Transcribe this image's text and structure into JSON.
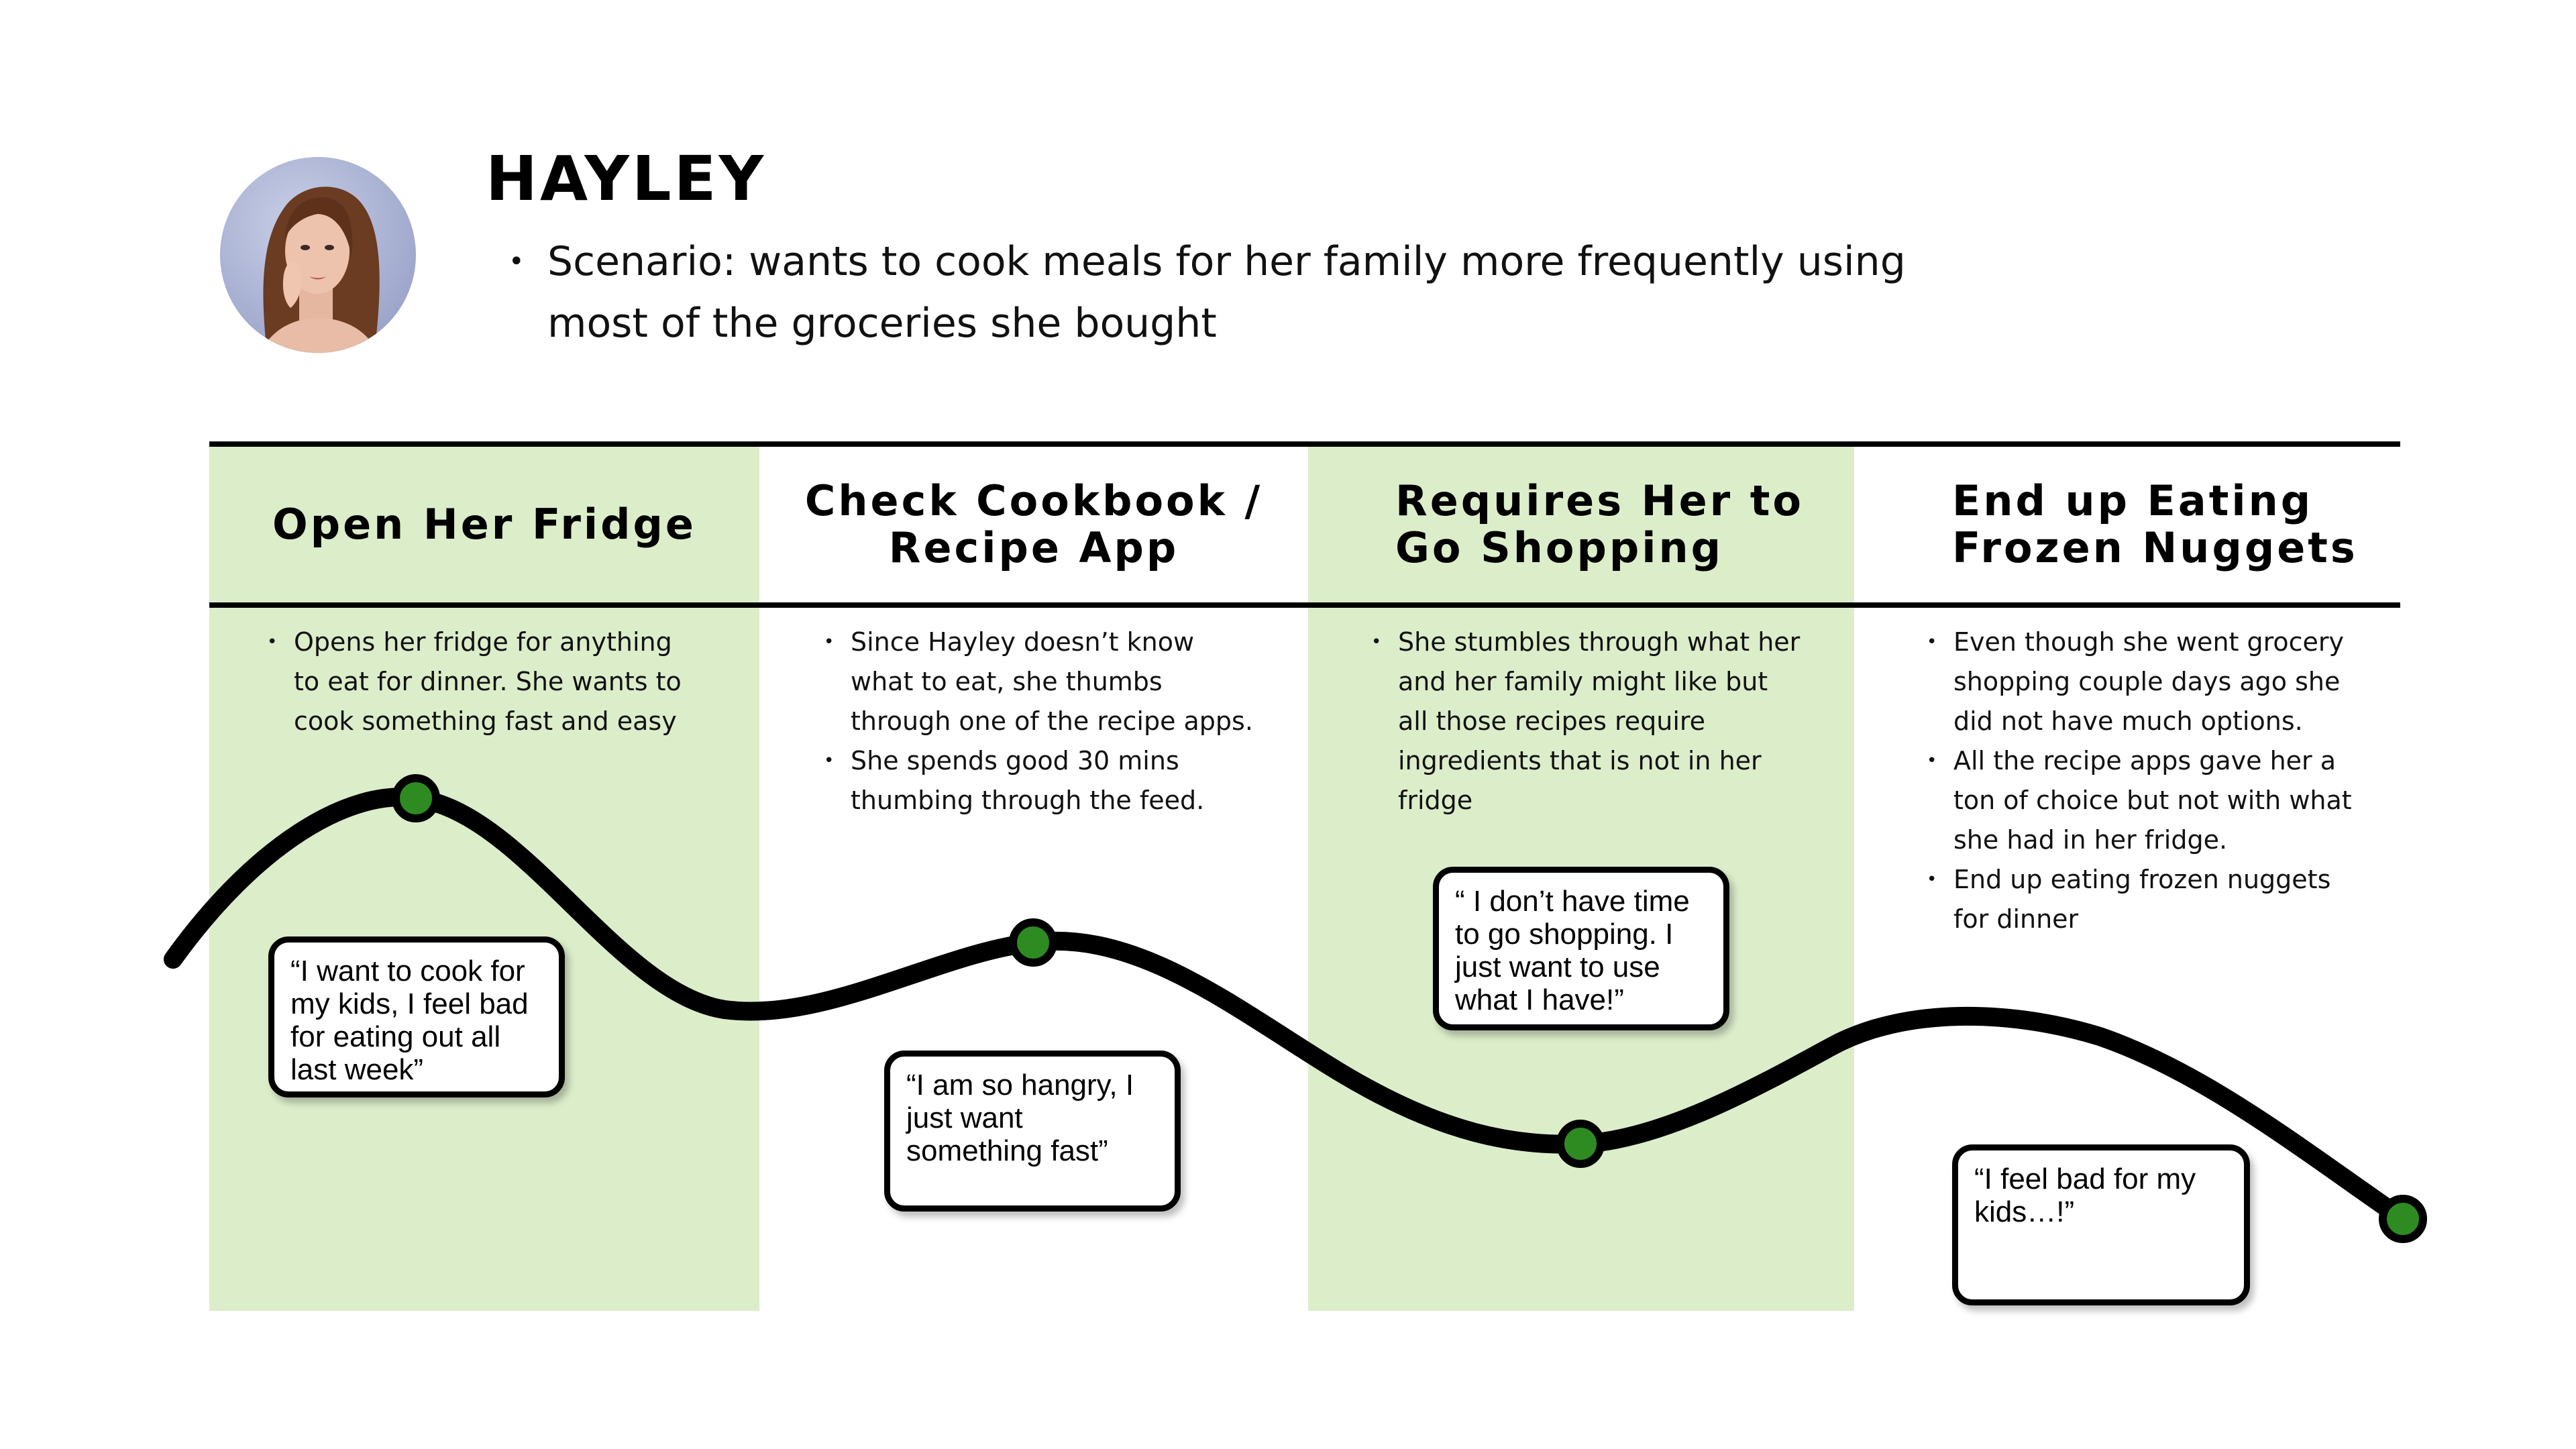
{
  "persona": {
    "name": "HAYLEY",
    "scenario": "Scenario: wants to cook meals for her family more frequently using most of the groceries she bought"
  },
  "colors": {
    "stage_green": "#dcedca",
    "curve": "#000000",
    "node_fill": "#2e8b22"
  },
  "stages": [
    {
      "title": "Open Her Fridge",
      "bullets": [
        "Opens her fridge for anything to eat for dinner. She wants to cook something fast and easy"
      ],
      "quote": "“I want to cook for my kids, I feel bad for eating out all last week”"
    },
    {
      "title": "Check Cookbook /\nRecipe App",
      "bullets": [
        "Since Hayley doesn’t know what to eat, she thumbs through one of the recipe apps.",
        "She spends good 30 mins thumbing through the feed."
      ],
      "quote": "“I am so hangry, I just want something fast”"
    },
    {
      "title": "Requires Her to\nGo Shopping",
      "bullets": [
        "She stumbles through what her and her family might like but all those recipes require ingredients that is not in her fridge"
      ],
      "quote": "“ I don’t have time to go shopping. I just want to use what I have!”"
    },
    {
      "title": "End up Eating\nFrozen Nuggets",
      "bullets": [
        "Even though she went grocery shopping couple days ago she did not have much options.",
        "All the recipe apps gave her a ton of choice but not with what she had in her fridge.",
        "End up eating frozen nuggets for dinner"
      ],
      "quote": "“I feel bad for my kids…!”"
    }
  ]
}
